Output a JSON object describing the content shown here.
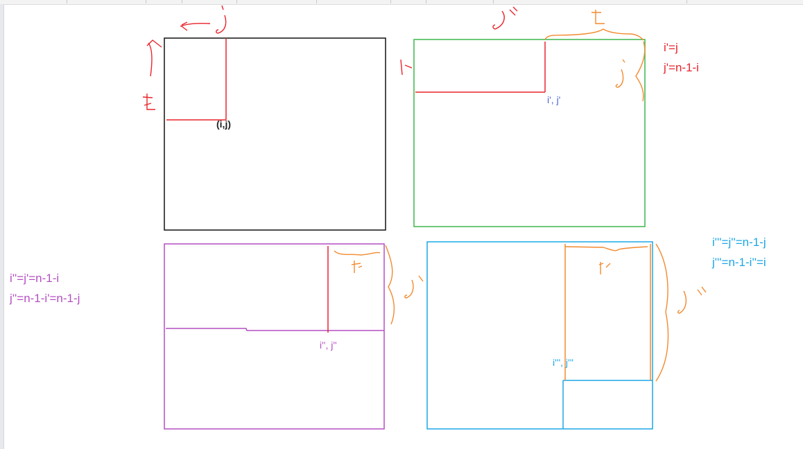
{
  "colors": {
    "black": "#111111",
    "red": "#e8242c",
    "green": "#3cb54a",
    "orange": "#f28a2e",
    "purple": "#b44fc2",
    "cyan": "#1aa7e6",
    "blue": "#4a66d8"
  },
  "handwritten_annotations": [
    "j",
    "i",
    "j'",
    "i'",
    "j''",
    "i''",
    "j'''",
    "i'''"
  ],
  "point_labels": {
    "p1": "(i,j)",
    "p2": "i', j'",
    "p3": "i'', j''",
    "p4": "i''', j'''"
  },
  "formulas": {
    "green": {
      "line1": "i'=j",
      "line2": "j'=n-1-i"
    },
    "purple": {
      "line1": "i''=j'=n-1-i",
      "line2": "j''=n-1-i'=n-1-j"
    },
    "cyan": {
      "line1": "i'''=j''=n-1-j",
      "line2": "j'''=n-1-i''=i"
    }
  }
}
